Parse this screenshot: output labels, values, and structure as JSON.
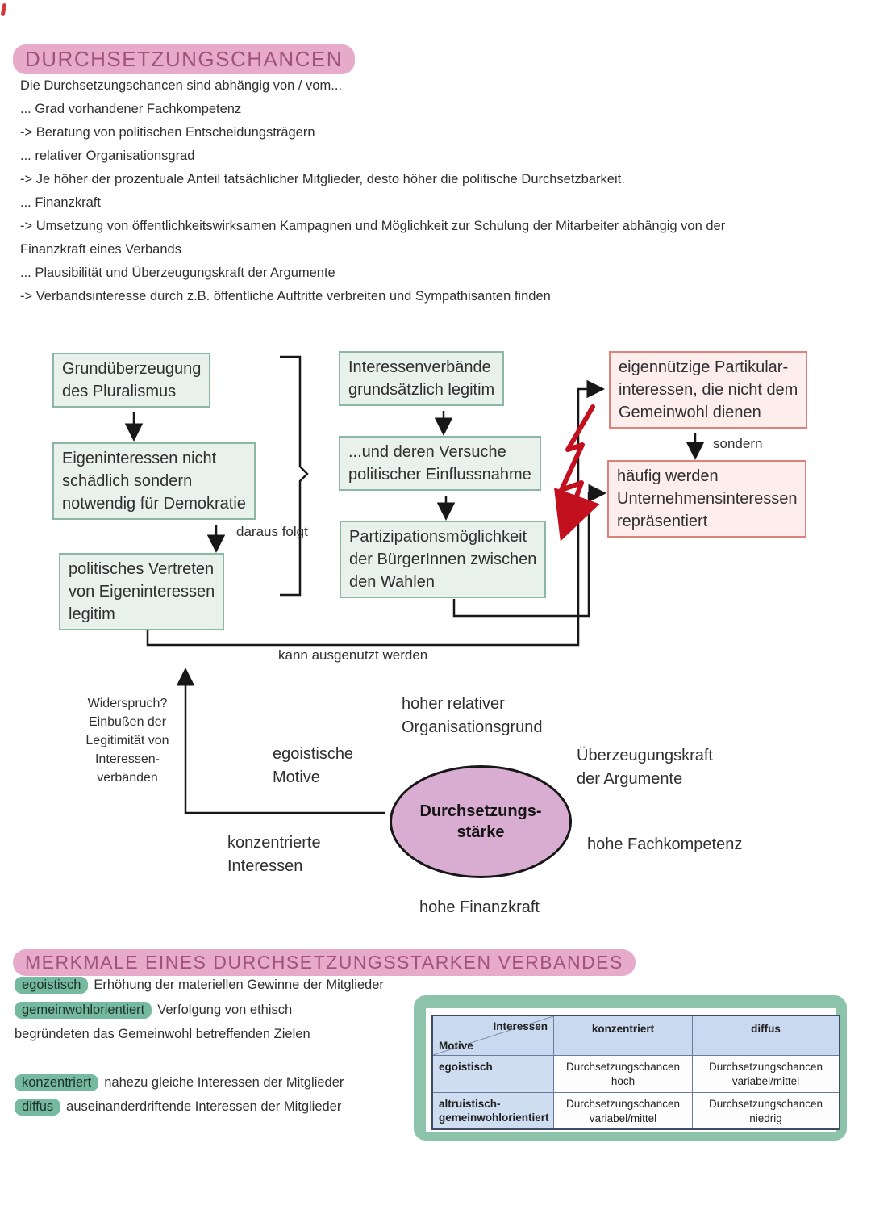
{
  "section1": {
    "title": "DURCHSETZUNGSCHANCEN",
    "lines": [
      "Die Durchsetzungschancen sind abhängig von / vom...",
      "... Grad vorhandener Fachkompetenz",
      "-> Beratung von politischen Entscheidungsträgern",
      "... relativer Organisationsgrad",
      "-> Je höher der prozentuale Anteil tatsächlicher Mitglieder, desto höher die politische Durchsetzbarkeit.",
      "... Finanzkraft",
      "-> Umsetzung von öffentlichkeitswirksamen Kampagnen und Möglichkeit zur Schulung der Mitarbeiter abhängig von der",
      "Finanzkraft eines Verbands",
      "... Plausibilität und Überzeugungskraft der Argumente",
      "-> Verbandsinteresse durch z.B. öffentliche Auftritte verbreiten und Sympathisanten finden"
    ]
  },
  "flowchart": {
    "green_boxes": {
      "grundueberzeugung": "Grundüberzeugung\ndes Pluralismus",
      "eigeninteressen": "Eigeninteressen nicht\nschädlich sondern\nnotwendig für Demokratie",
      "politisches_vertreten": "politisches Vertreten\nvon Eigeninteressen\nlegitim",
      "interessenverbaende": "Interessenverbände\ngrundsätzlich legitim",
      "einflussnahme": "...und deren Versuche\npolitischer Einflussnahme",
      "partizipation": "Partizipationsmöglichkeit\nder BürgerInnen zwischen\nden Wahlen"
    },
    "red_boxes": {
      "partikularinteressen": "eigennützige Partikular-\ninteressen, die nicht dem\nGemeinwohl dienen",
      "unternehmensinteressen": "häufig werden\nUnternehmensinteressen\nrepräsentiert"
    },
    "labels": {
      "daraus_folgt": "daraus folgt",
      "sondern": "sondern",
      "kann_ausgenutzt": "kann ausgenutzt werden"
    }
  },
  "concept_map": {
    "center": "Durchsetzungs-\nstärke",
    "feedback": "Widerspruch?\nEinbußen der\nLegitimität von\nInteressen-\nverbänden",
    "factors": {
      "egoistische_motive": "egoistische\nMotive",
      "organisationsgrund": "hoher relativer\nOrganisationsgrund",
      "ueberzeugungskraft": "Überzeugungskraft\nder Argumente",
      "konzentrierte_interessen": "konzentrierte\nInteressen",
      "fachkompetenz": "hohe Fachkompetenz",
      "finanzkraft": "hohe Finanzkraft"
    }
  },
  "section2": {
    "title": "MERKMALE EINES DURCHSETZUNGSSTARKEN VERBANDES",
    "definitions": [
      {
        "term": "egoistisch",
        "text": "Erhöhung der materiellen Gewinne der Mitglieder"
      },
      {
        "term": "gemeinwohlorientiert",
        "text": "Verfolgung von ethisch",
        "text_cont": "begründeten das Gemeinwohl betreffenden Zielen"
      },
      {
        "term": "konzentriert",
        "text": "nahezu gleiche Interessen der Mitglieder"
      },
      {
        "term": "diffus",
        "text": "auseinanderdriftende Interessen der Mitglieder"
      }
    ],
    "table": {
      "corner": {
        "top": "Interessen",
        "bottom": "Motive"
      },
      "columns": [
        "konzentriert",
        "diffus"
      ],
      "rows": [
        {
          "label": "egoistisch",
          "cells": [
            "Durchsetzungschancen\nhoch",
            "Durchsetzungschancen\nvariabel/mittel"
          ]
        },
        {
          "label": "altruistisch-\ngemeinwohlorientiert",
          "cells": [
            "Durchsetzungschancen\nvariabel/mittel",
            "Durchsetzungschancen\nniedrig"
          ]
        }
      ]
    }
  },
  "colors": {
    "title_highlight": "#e7aacb",
    "title_text": "#a0527e",
    "green_highlight": "#74b9a0",
    "green_box_fill": "#e8f1ec",
    "green_box_border": "#8db7a5",
    "red_box_fill": "#fdedec",
    "red_box_border": "#db837b",
    "ellipse_fill": "#d9add2",
    "lightning_red": "#c2101f",
    "table_panel_green": "#8dc3ab",
    "table_header_blue": "#c9daf0"
  }
}
